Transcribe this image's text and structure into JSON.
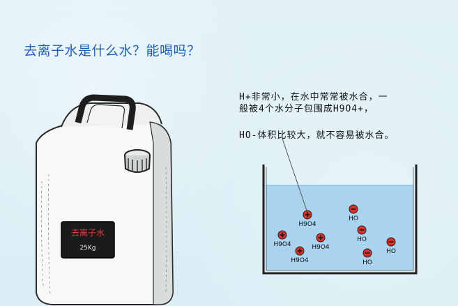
{
  "title": "去离子水是什么水？能喝吗？",
  "notes": {
    "line1": "H+非常小，在水中常常被水合，一",
    "line2": "般被4个水分子包围成H9O4+，",
    "line3": "HO-体积比较大，就不容易被水合。"
  },
  "canister_label": {
    "line1": "去离子水",
    "line2": "25Kg"
  },
  "ions": {
    "h9o4_label": "H9O4",
    "ho_label": "HO",
    "positive": [
      {
        "label": "H9O4"
      },
      {
        "label": "H9O4"
      },
      {
        "label": "H9O4"
      },
      {
        "label": "H9O4"
      }
    ],
    "negative": [
      {
        "label": "HO"
      },
      {
        "label": "HO"
      },
      {
        "label": "HO"
      },
      {
        "label": "HO"
      }
    ]
  },
  "colors": {
    "title": "#1f5fb8",
    "water": "#a9d3ef",
    "ion": "#d9322a"
  }
}
